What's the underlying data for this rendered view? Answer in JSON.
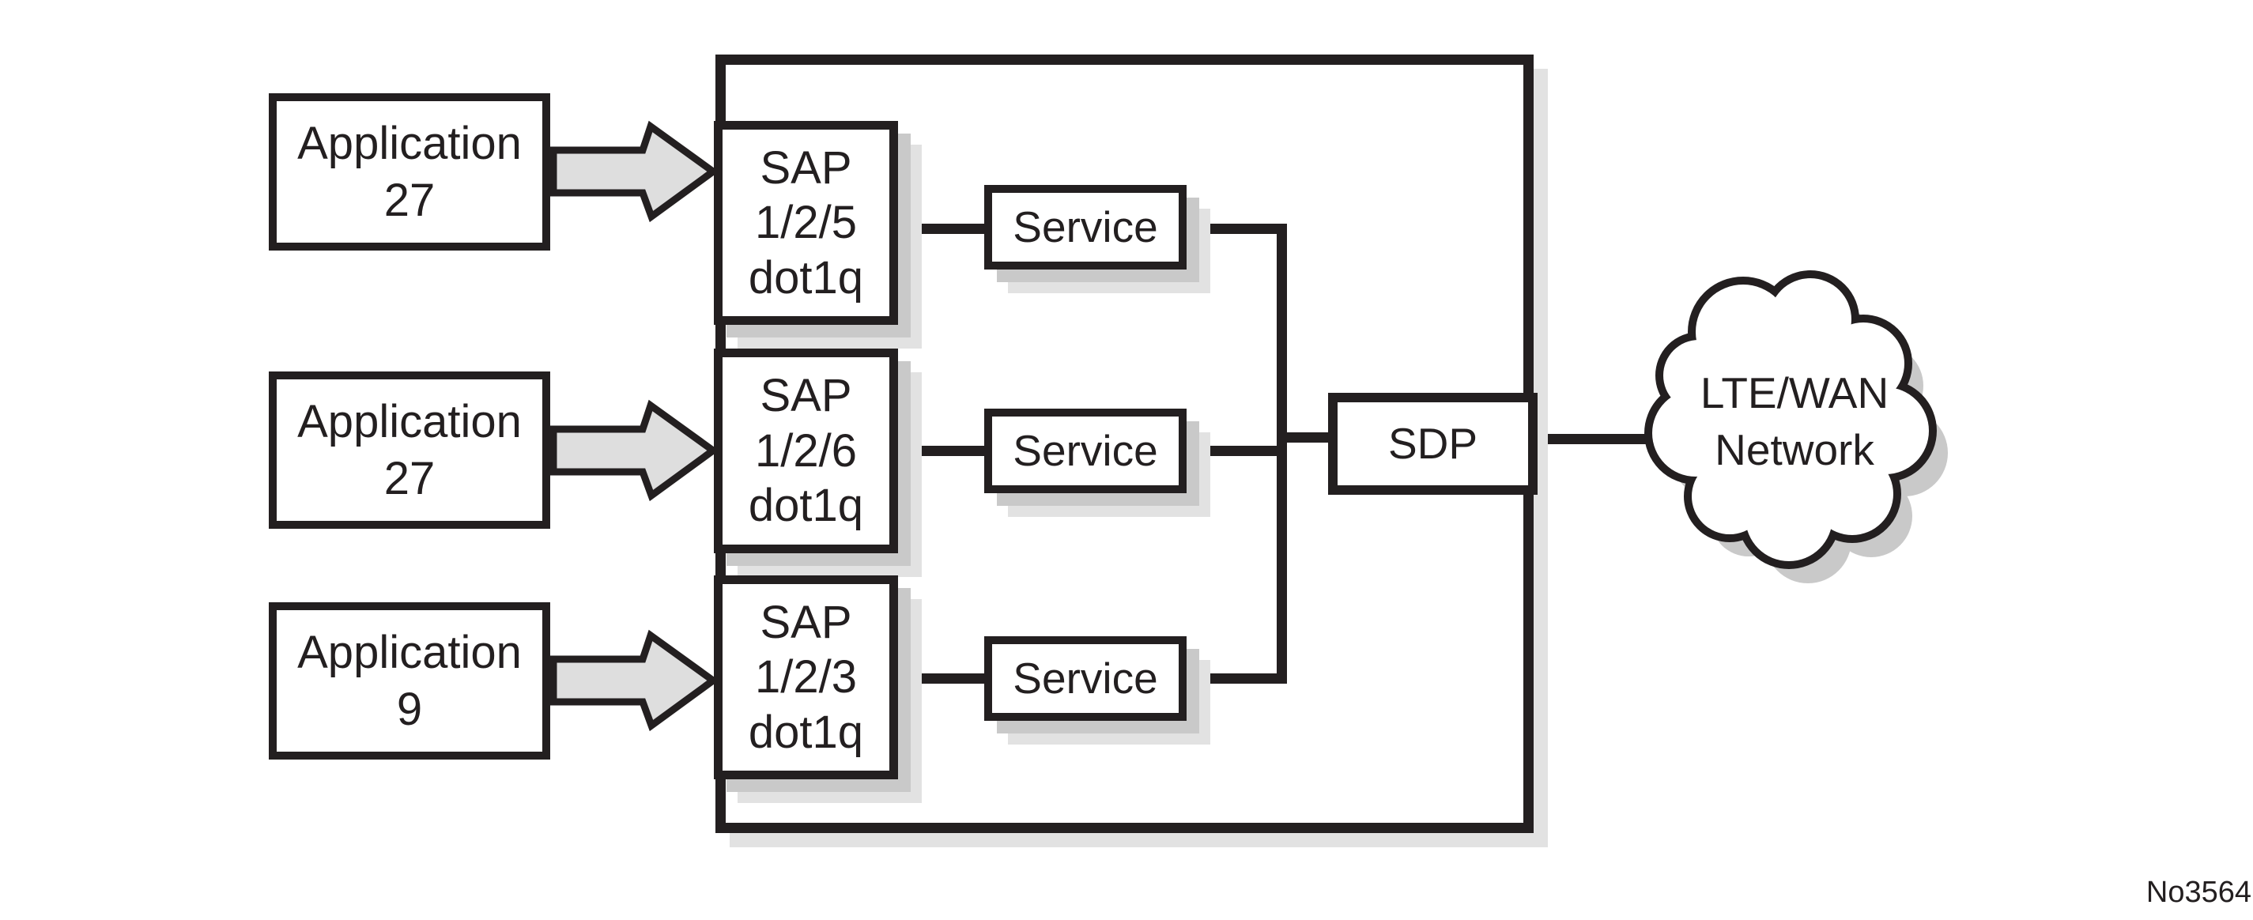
{
  "rows": [
    {
      "app": {
        "line1": "Application",
        "line2": "27"
      },
      "sap": {
        "line1": "SAP",
        "line2": "1/2/5",
        "line3": "dot1q"
      },
      "service_label": "Service"
    },
    {
      "app": {
        "line1": "Application",
        "line2": "27"
      },
      "sap": {
        "line1": "SAP",
        "line2": "1/2/6",
        "line3": "dot1q"
      },
      "service_label": "Service"
    },
    {
      "app": {
        "line1": "Application",
        "line2": "9"
      },
      "sap": {
        "line1": "SAP",
        "line2": "1/2/3",
        "line3": "dot1q"
      },
      "service_label": "Service"
    }
  ],
  "sdp_label": "SDP",
  "cloud": {
    "line1": "LTE/WAN",
    "line2": "Network"
  },
  "figure_id": "No3564",
  "colors": {
    "line": "#231f20",
    "arrow_fill": "#dedede",
    "shadow_mid": "#c9c9c9",
    "shadow_light": "#e2e2e2",
    "bg": "#ffffff"
  }
}
